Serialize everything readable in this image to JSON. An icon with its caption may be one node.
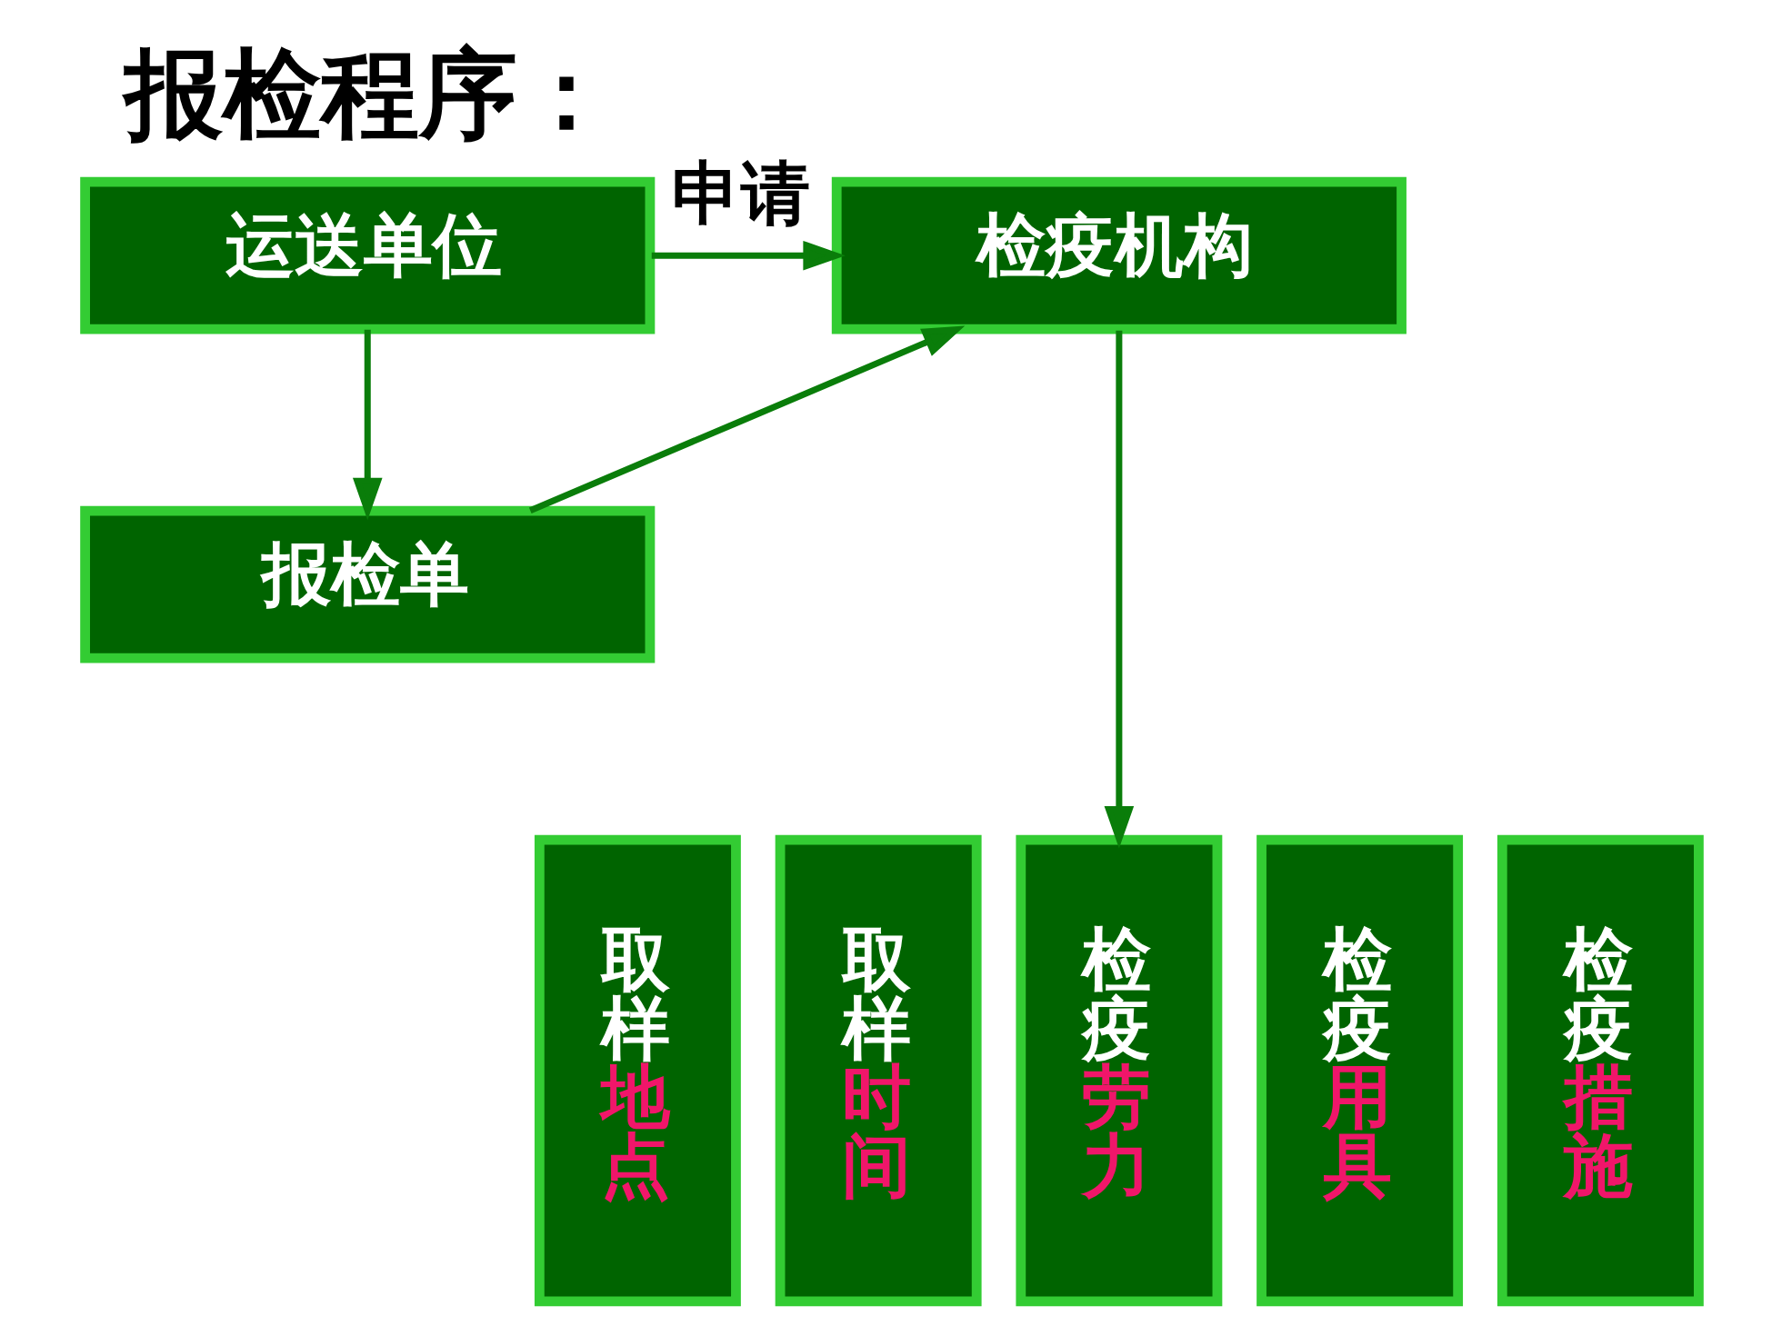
{
  "diagram": {
    "title": "报检程序：",
    "nodes": [
      {
        "text": [
          "运送单位"
        ]
      },
      {
        "text": [
          "检疫机构"
        ]
      },
      {
        "text": [
          "报检单"
        ]
      },
      {
        "text": [
          "取样",
          "地点"
        ]
      },
      {
        "text": [
          "取样",
          "时间"
        ]
      },
      {
        "text": [
          "检疫",
          "劳力"
        ]
      },
      {
        "text": [
          "检疫",
          "用具"
        ]
      },
      {
        "text": [
          "检疫",
          "措施"
        ]
      }
    ],
    "edges": [
      {
        "from": 0,
        "to": 1,
        "arrow": "to",
        "label": "申请"
      },
      {
        "from": 0,
        "to": 2,
        "arrow": "to"
      },
      {
        "from": 2,
        "to": 1,
        "arrow": "to"
      },
      {
        "from": 1,
        "to": 5,
        "arrow": "to"
      }
    ]
  }
}
